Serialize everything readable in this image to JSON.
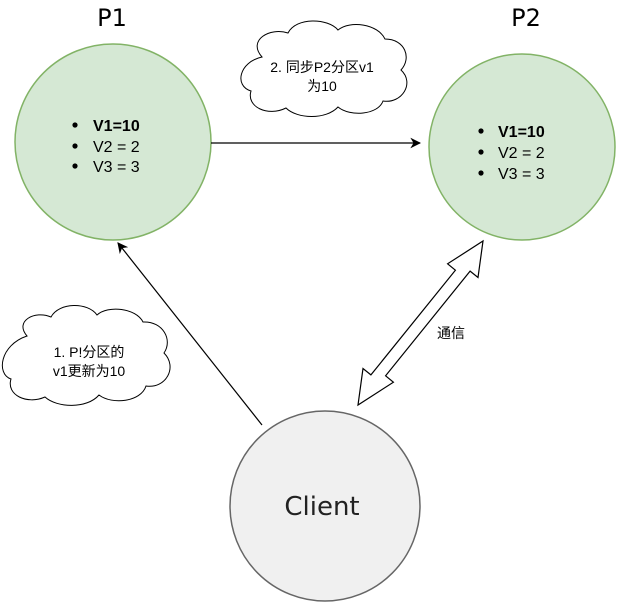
{
  "nodes": {
    "p1": {
      "title": "P1",
      "items": [
        "V1=10",
        "V2 = 2",
        "V3 = 3"
      ]
    },
    "p2": {
      "title": "P2",
      "items": [
        "V1=10",
        "V2 = 2",
        "V3 = 3"
      ]
    },
    "client": {
      "label": "Client"
    }
  },
  "clouds": {
    "sync": {
      "line1": "2. 同步P2分区v1",
      "line2": "为10"
    },
    "update": {
      "line1": "1. P!分区的",
      "line2": "v1更新为10"
    }
  },
  "edges": {
    "communication": {
      "label": "通信"
    }
  },
  "colors": {
    "partition_fill": "#d5e8d4",
    "partition_stroke": "#82b366",
    "client_fill": "#f0f0f0",
    "client_stroke": "#666666"
  }
}
